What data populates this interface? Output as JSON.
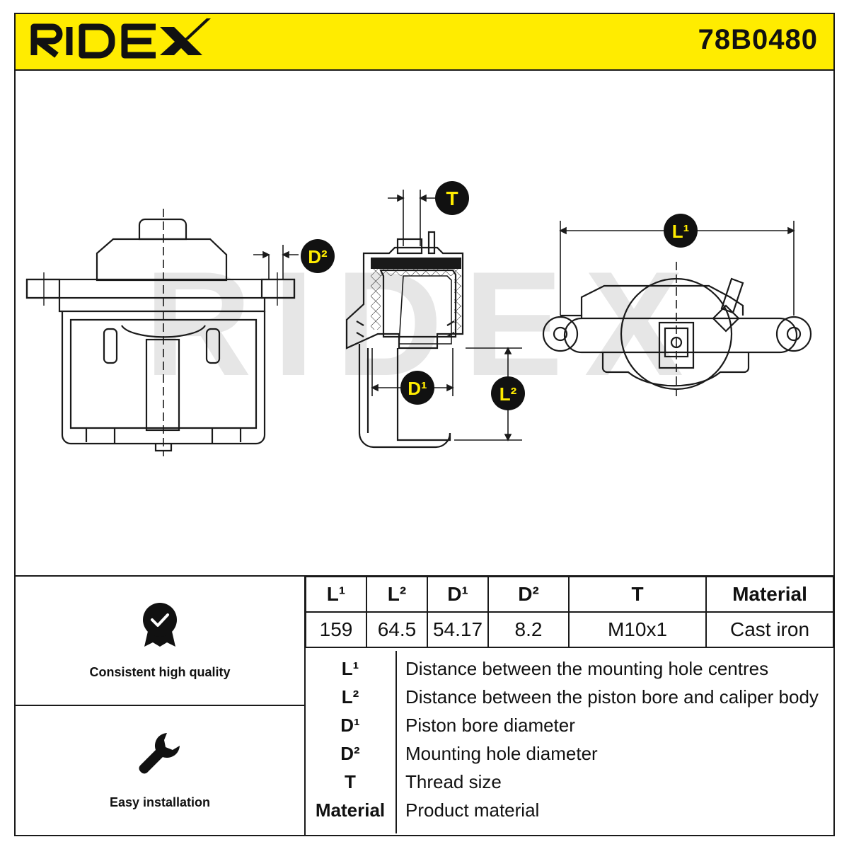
{
  "brand": "RIDEX",
  "part_number": "78B0480",
  "dimension_labels": {
    "L1": "L¹",
    "L2": "L²",
    "D1": "D¹",
    "D2": "D²",
    "T": "T"
  },
  "watermark": "RIDEX",
  "features": [
    {
      "label": "Consistent high quality",
      "icon": "quality-badge-icon"
    },
    {
      "label": "Easy installation",
      "icon": "wrench-icon"
    }
  ],
  "spec_table": {
    "headers": [
      "L¹",
      "L²",
      "D¹",
      "D²",
      "T",
      "Material"
    ],
    "values": [
      "159",
      "64.5",
      "54.17",
      "8.2",
      "M10x1",
      "Cast iron"
    ]
  },
  "legend": [
    {
      "key": "L¹",
      "desc": "Distance between the mounting hole centres"
    },
    {
      "key": "L²",
      "desc": "Distance between the piston bore and caliper body"
    },
    {
      "key": "D¹",
      "desc": "Piston bore diameter"
    },
    {
      "key": "D²",
      "desc": "Mounting hole diameter"
    },
    {
      "key": "T",
      "desc": "Thread size"
    },
    {
      "key": "Material",
      "desc": "Product material"
    }
  ],
  "colors": {
    "brand_yellow": "#ffec00",
    "line": "#1a1a1a",
    "badge": "#111111",
    "watermark": "#e6e6e6"
  }
}
